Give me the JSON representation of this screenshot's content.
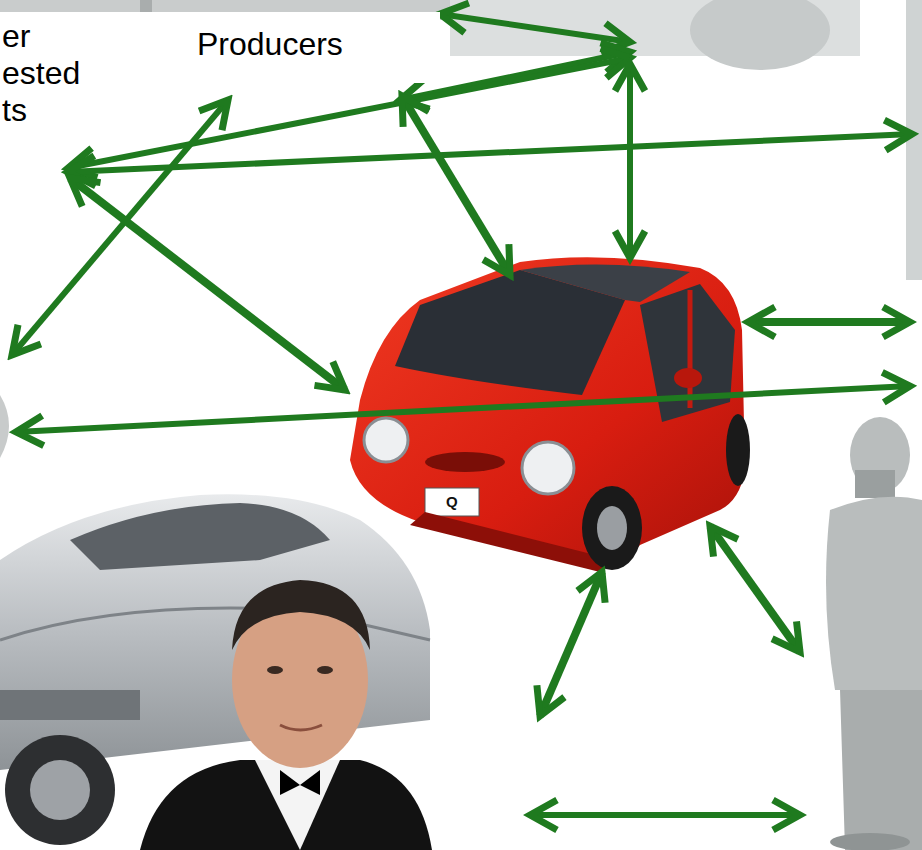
{
  "diagram": {
    "nodes": [
      {
        "text": [
          "er ested ts"
        ]
      },
      {
        "text": [
          "Producers"
        ]
      }
    ],
    "labels": [
      "Q"
    ]
  }
}
